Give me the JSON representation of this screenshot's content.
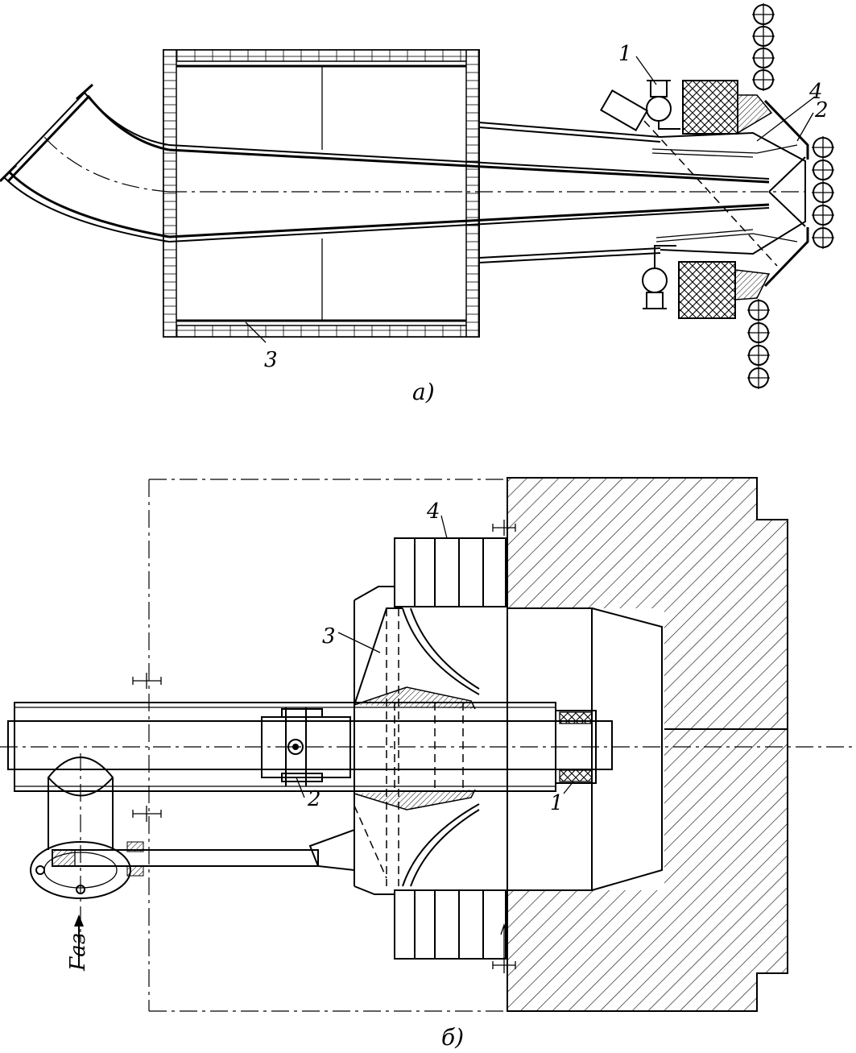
{
  "figure_a": {
    "caption": "а)",
    "labels": {
      "l1": "1",
      "l2": "2",
      "l3": "3",
      "l4": "4"
    }
  },
  "figure_b": {
    "caption": "б)",
    "labels": {
      "l1": "1",
      "l2": "2",
      "l3": "3",
      "l4": "4"
    },
    "gas_label": "Газ"
  }
}
